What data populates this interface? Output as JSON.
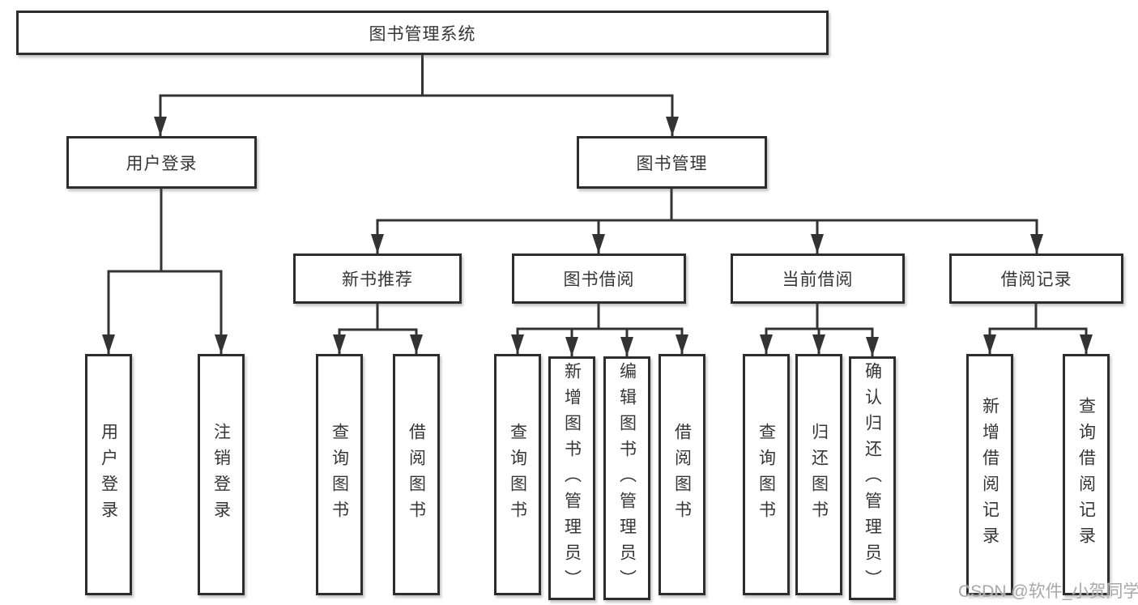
{
  "diagram": {
    "root": {
      "label": "图书管理系统"
    },
    "branches": [
      {
        "label": "用户登录",
        "children": [
          {
            "label": "用户登录"
          },
          {
            "label": "注销登录"
          }
        ]
      },
      {
        "label": "图书管理",
        "children": [
          {
            "label": "新书推荐",
            "children": [
              {
                "label": "查询图书"
              },
              {
                "label": "借阅图书"
              }
            ]
          },
          {
            "label": "图书借阅",
            "children": [
              {
                "label": "查询图书"
              },
              {
                "label": "新增图书（管理员）"
              },
              {
                "label": "编辑图书（管理员）"
              },
              {
                "label": "借阅图书"
              }
            ]
          },
          {
            "label": "当前借阅",
            "children": [
              {
                "label": "查询图书"
              },
              {
                "label": "归还图书"
              },
              {
                "label": "确认归还（管理员）"
              }
            ]
          },
          {
            "label": "借阅记录",
            "children": [
              {
                "label": "新增借阅记录"
              },
              {
                "label": "查询借阅记录"
              }
            ]
          }
        ]
      }
    ],
    "colors": {
      "line": "#333333",
      "border": "#2d2d2d",
      "text": "#363636"
    }
  },
  "watermark": {
    "text": "CSDN @软件_小贺同学",
    "color": "#a8a8a8"
  }
}
